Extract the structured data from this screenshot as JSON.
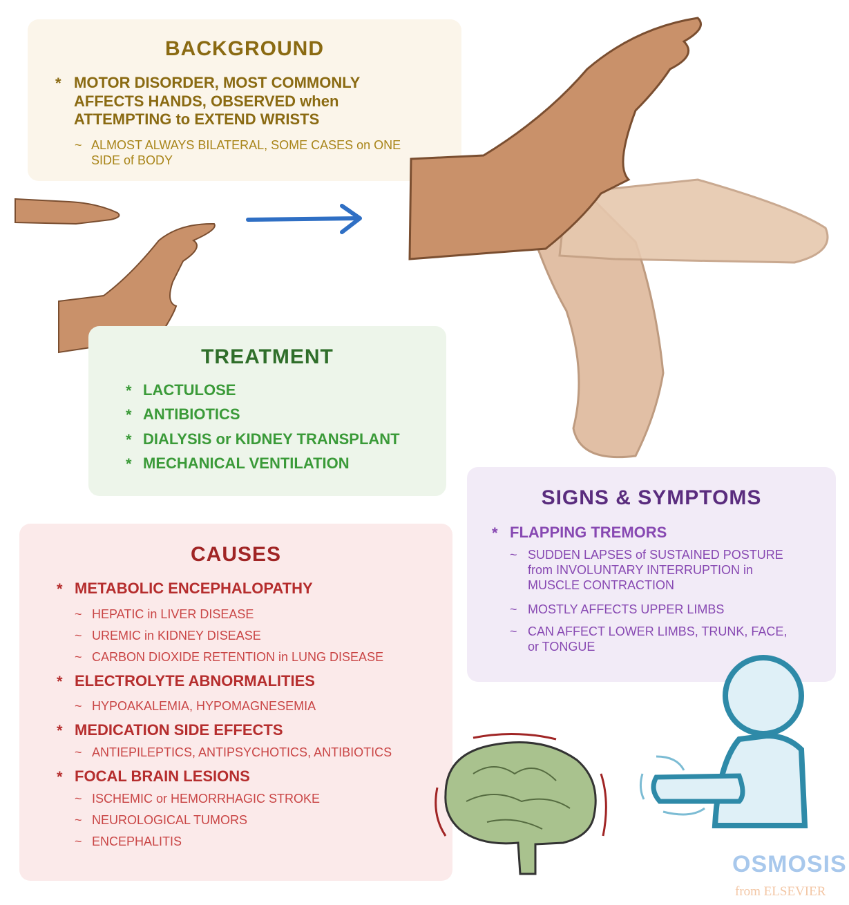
{
  "background": {
    "title": "BACKGROUND",
    "bullet": "*",
    "main_lines": [
      "MOTOR DISORDER, MOST COMMONLY",
      "AFFECTS HANDS, OBSERVED when",
      "ATTEMPTING to EXTEND WRISTS"
    ],
    "tilde": "~",
    "sub_lines": [
      "ALMOST ALWAYS BILATERAL, SOME CASES on ONE",
      "SIDE of BODY"
    ]
  },
  "treatment": {
    "title": "TREATMENT",
    "items": [
      "LACTULOSE",
      "ANTIBIOTICS",
      "DIALYSIS or KIDNEY TRANSPLANT",
      "MECHANICAL VENTILATION"
    ]
  },
  "causes": {
    "title": "CAUSES",
    "groups": [
      {
        "label": "METABOLIC ENCEPHALOPATHY",
        "subs": [
          "HEPATIC in LIVER DISEASE",
          "UREMIC in KIDNEY DISEASE",
          "CARBON DIOXIDE RETENTION in LUNG DISEASE"
        ]
      },
      {
        "label": "ELECTROLYTE ABNORMALITIES",
        "subs": [
          "HYPOAKALEMIA, HYPOMAGNESEMIA"
        ]
      },
      {
        "label": "MEDICATION SIDE EFFECTS",
        "subs": [
          "ANTIEPILEPTICS, ANTIPSYCHOTICS, ANTIBIOTICS"
        ]
      },
      {
        "label": "FOCAL BRAIN LESIONS",
        "subs": [
          "ISCHEMIC or HEMORRHAGIC STROKE",
          "NEUROLOGICAL TUMORS",
          "ENCEPHALITIS"
        ]
      }
    ]
  },
  "signs": {
    "title": "SIGNS & SYMPTOMS",
    "item": "FLAPPING TREMORS",
    "subs": [
      [
        "SUDDEN LAPSES of SUSTAINED POSTURE",
        "from INVOLUNTARY INTERRUPTION in",
        "MUSCLE CONTRACTION"
      ],
      [
        "MOSTLY AFFECTS UPPER LIMBS"
      ],
      [
        "CAN AFFECT LOWER LIMBS, TRUNK, FACE,",
        "or TONGUE"
      ]
    ]
  },
  "logo": {
    "brand": "OSMOSIS",
    "sub": "from ELSEVIER"
  },
  "colors": {
    "background_box": "#fbf5ea",
    "treatment_box": "#edf5ea",
    "causes_box": "#fbeaea",
    "signs_box": "#f2ebf7",
    "arrow": "#2f6fc4"
  }
}
